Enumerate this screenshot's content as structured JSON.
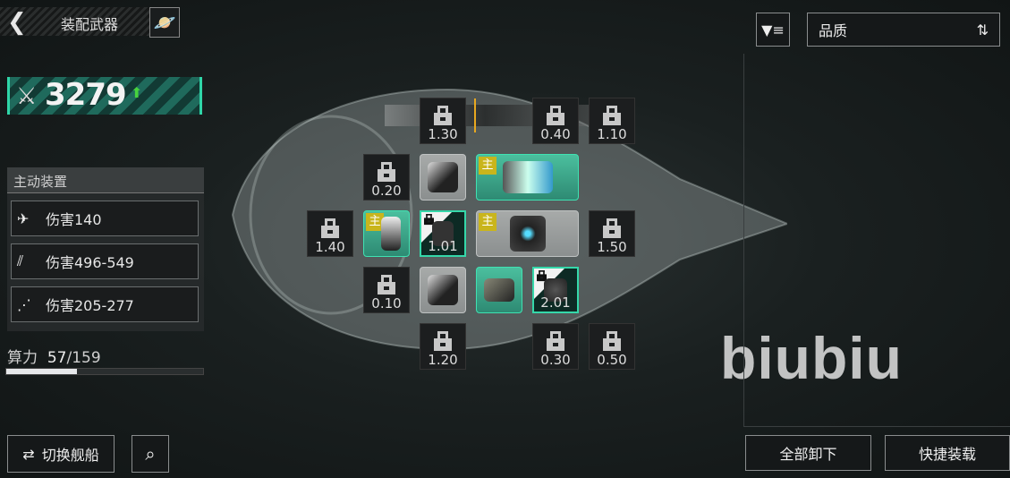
{
  "header": {
    "title": "装配武器",
    "back_icon": "back-chevron-icon",
    "ship_icon": "planet-icon"
  },
  "power": {
    "value": "3279",
    "trend": "up"
  },
  "active_devices": {
    "title": "主动装置",
    "items": [
      {
        "label": "伤害140",
        "icon": "fighter-icon"
      },
      {
        "label": "伤害496-549",
        "icon": "missile-icon"
      },
      {
        "label": "伤害205-277",
        "icon": "multi-missile-icon"
      }
    ]
  },
  "compute": {
    "label": "算力",
    "used": "57",
    "sep": "/",
    "total": "159",
    "fraction": 0.358
  },
  "bottom_left": {
    "switch_label": "切换舰船",
    "scan_icon": "scan-icon"
  },
  "filter": {
    "sort_label": "品质",
    "filter_icon": "filter-icon",
    "sort_icon": "sort-icon"
  },
  "bottom_right": {
    "unequip_all": "全部卸下",
    "quick_equip": "快捷装载"
  },
  "slots": {
    "s130": "1.30",
    "s040": "0.40",
    "s110": "1.10",
    "s020": "0.20",
    "s140": "1.40",
    "s101": "1.01",
    "s150": "1.50",
    "s010": "0.10",
    "s201": "2.01",
    "s120": "1.20",
    "s030": "0.30",
    "s050": "0.50",
    "main_tag": "主"
  },
  "watermark": "biubiu"
}
